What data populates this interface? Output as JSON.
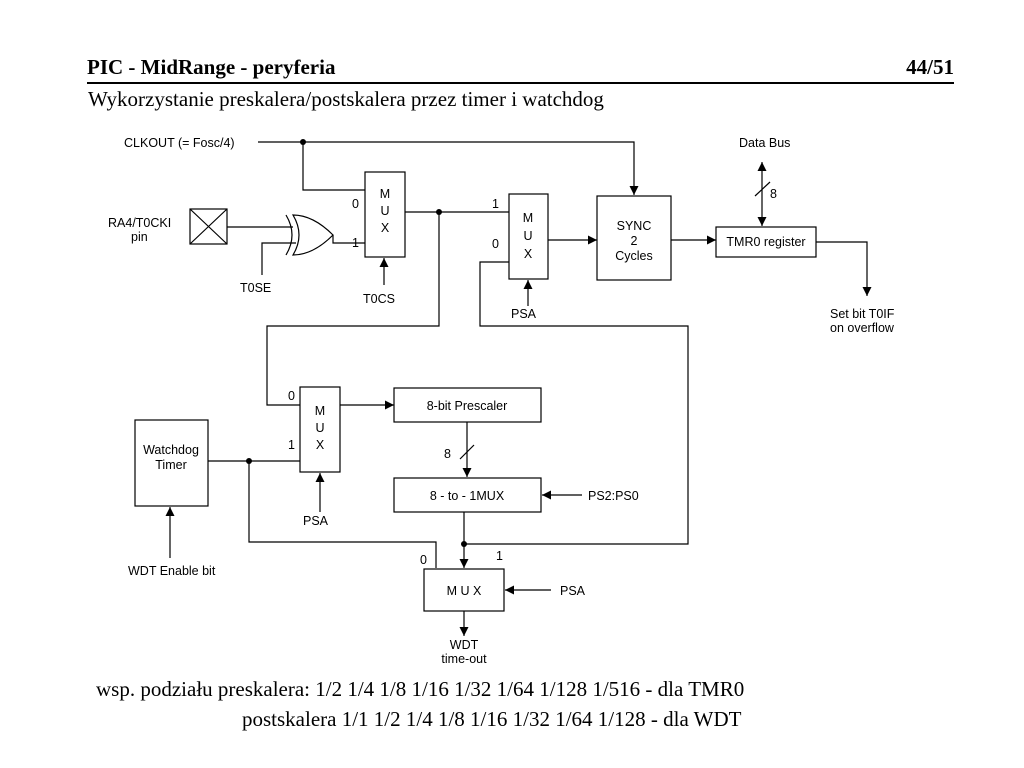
{
  "header": {
    "title": "PIC - MidRange - peryferia",
    "page": "44/51"
  },
  "subtitle": "Wykorzystanie preskalera/postskalera przez timer i watchdog",
  "diagram": {
    "clkout": "CLKOUT (= Fosc/4)",
    "data_bus": "Data Bus",
    "bus_width": "8",
    "pin_label_1": "RA4/T0CKI",
    "pin_label_2": "pin",
    "t0se": "T0SE",
    "t0cs": "T0CS",
    "mux1": {
      "l1": "M",
      "l2": "U",
      "l3": "X",
      "in0": "0",
      "in1": "1"
    },
    "mux2": {
      "l1": "M",
      "l2": "U",
      "l3": "X",
      "in0": "0",
      "in1": "1",
      "sel": "PSA"
    },
    "sync": {
      "l1": "SYNC",
      "l2": "2",
      "l3": "Cycles"
    },
    "tmr0": "TMR0 register",
    "t0if_1": "Set bit T0IF",
    "t0if_2": "on overflow",
    "mux3": {
      "l1": "M",
      "l2": "U",
      "l3": "X",
      "in0": "0",
      "in1": "1",
      "sel": "PSA"
    },
    "prescaler": "8-bit Prescaler",
    "prescaler_width": "8",
    "mux8": "8 - to  - 1MUX",
    "ps": "PS2:PS0",
    "wdt_1": "Watchdog",
    "wdt_2": "Timer",
    "wdt_enable": "WDT Enable bit",
    "mux4": {
      "label": "M U X",
      "in0": "0",
      "in1": "1",
      "sel": "PSA"
    },
    "wdt_out_1": "WDT",
    "wdt_out_2": "time-out"
  },
  "notes": {
    "line1": "wsp. podziału preskalera: 1/2 1/4 1/8 1/16 1/32 1/64 1/128 1/516 - dla TMR0",
    "line2": "postskalera 1/1 1/2 1/4 1/8 1/16 1/32 1/64 1/128 - dla WDT"
  }
}
